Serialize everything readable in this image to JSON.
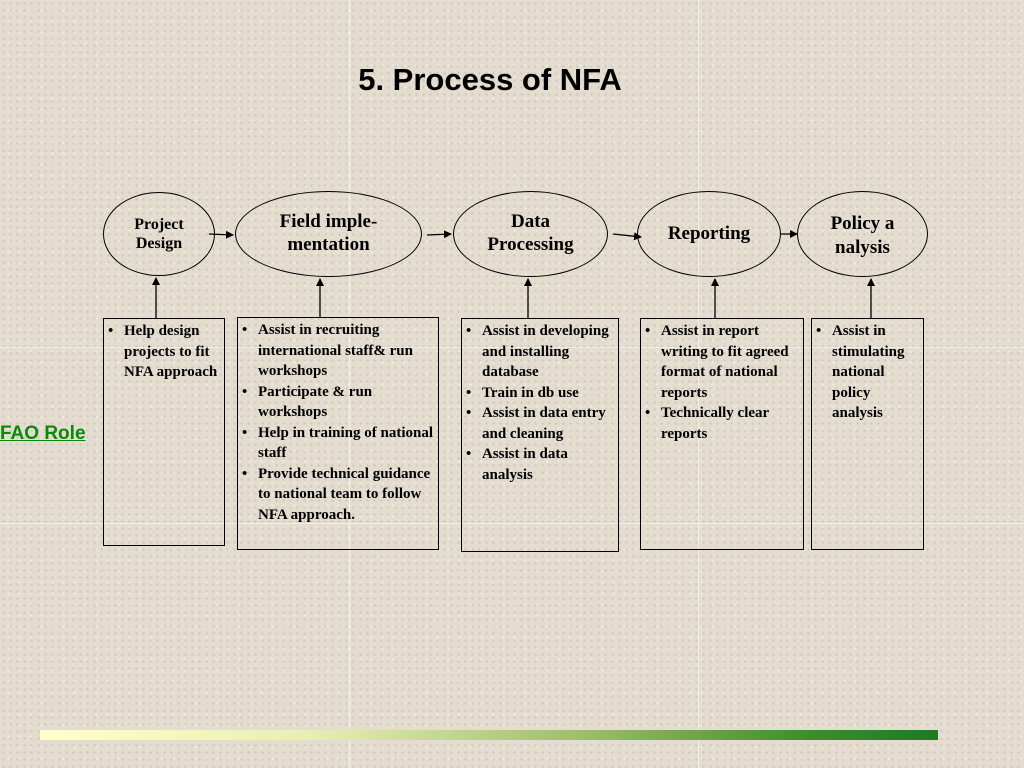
{
  "title": "5. Process of NFA",
  "side_label": "FAO Role",
  "stages": [
    {
      "label": "Project Design"
    },
    {
      "label": "Field imple-mentation"
    },
    {
      "label": "Data Processing"
    },
    {
      "label": "Reporting"
    },
    {
      "label": "Policy analysis"
    }
  ],
  "roles": [
    {
      "items": [
        "Help design projects to fit NFA approach"
      ]
    },
    {
      "items": [
        "Assist in recruiting international staff& run workshops",
        "Participate & run workshops",
        "Help in training of national staff",
        "Provide technical guidance to national team to follow NFA approach."
      ]
    },
    {
      "items": [
        "Assist in developing and installing database",
        "Train in db use",
        "Assist in data entry and cleaning",
        "Assist in data analysis"
      ]
    },
    {
      "items": [
        "Assist in report writing to fit agreed format of national reports",
        "Technically clear reports"
      ]
    },
    {
      "items": [
        "Assist in stimulating national policy analysis"
      ]
    }
  ]
}
